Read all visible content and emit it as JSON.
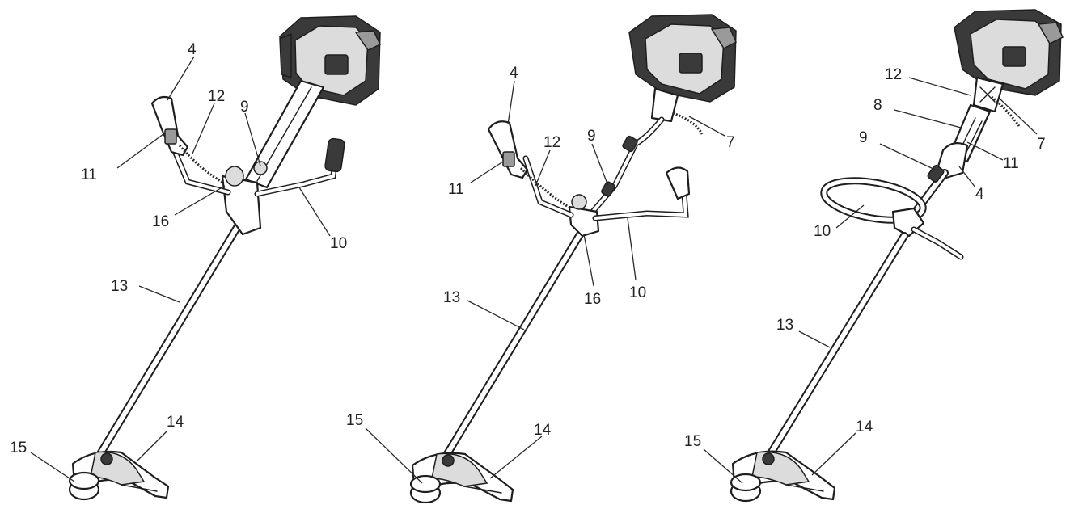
{
  "colors": {
    "line": "#1e1e1e",
    "label": "#222222",
    "background": "#ffffff"
  },
  "figures": [
    {
      "labels": {
        "l4": "4",
        "l12": "12",
        "l9": "9",
        "l11": "11",
        "l16": "16",
        "l10": "10",
        "l13": "13",
        "l14": "14",
        "l15": "15"
      }
    },
    {
      "labels": {
        "l4": "4",
        "l12": "12",
        "l9": "9",
        "l7": "7",
        "l11": "11",
        "l16": "16",
        "l10": "10",
        "l13": "13",
        "l14": "14",
        "l15": "15"
      }
    },
    {
      "labels": {
        "l12": "12",
        "l8": "8",
        "l9": "9",
        "l7": "7",
        "l11": "11",
        "l4": "4",
        "l10": "10",
        "l13": "13",
        "l14": "14",
        "l15": "15"
      }
    }
  ]
}
